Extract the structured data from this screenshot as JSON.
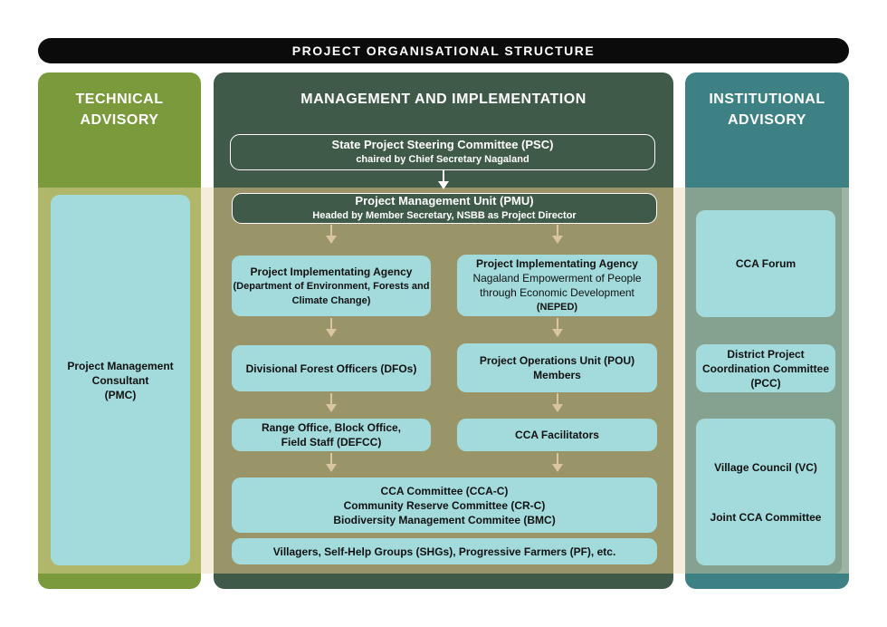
{
  "title": "PROJECT ORGANISATIONAL STRUCTURE",
  "columns": {
    "technical": {
      "heading_line1": "TECHNICAL",
      "heading_line2": "ADVISORY"
    },
    "management": {
      "heading": "MANAGEMENT AND IMPLEMENTATION"
    },
    "institutional": {
      "heading_line1": "INSTITUTIONAL",
      "heading_line2": "ADVISORY"
    }
  },
  "technical_box": {
    "line1": "Project Management",
    "line2": "Consultant",
    "line3": "(PMC)"
  },
  "psc": {
    "title": "State Project Steering Committee (PSC)",
    "subtitle": "chaired by Chief Secretary Nagaland"
  },
  "pmu": {
    "title": "Project Management Unit (PMU)",
    "subtitle": "Headed by Member Secretary, NSBB as Project Director"
  },
  "left_branch": {
    "agency": {
      "title": "Project Implementating Agency",
      "line2": "(Department of Environment, Forests and",
      "line3": "Climate Change)"
    },
    "dfo": {
      "label": "Divisional Forest Officers (DFOs)"
    },
    "range": {
      "line1": "Range Office, Block Office,",
      "line2": "Field Staff (DEFCC)"
    }
  },
  "right_branch": {
    "agency": {
      "title": "Project Implementating Agency",
      "line2": "Nagaland Empowerment of People",
      "line3": "through Economic Development",
      "line4": "(NEPED)"
    },
    "pou": {
      "line1": "Project Operations Unit (POU)",
      "line2": "Members"
    },
    "facilitators": {
      "label": "CCA Facilitators"
    }
  },
  "committees": {
    "line1": "CCA Committee (CCA-C)",
    "line2": "Community Reserve Committee (CR-C)",
    "line3": "Biodiversity Management Commitee (BMC)"
  },
  "villagers": {
    "label": "Villagers, Self-Help Groups (SHGs), Progressive Farmers (PF), etc."
  },
  "institutional_boxes": {
    "forum": {
      "label": "CCA Forum"
    },
    "dpcc": {
      "line1": "District Project",
      "line2": "Coordination Committee",
      "line3": "(PCC)"
    },
    "village": {
      "line1": "Village Council (VC)",
      "line2": "Joint CCA Committee"
    }
  },
  "colors": {
    "title_bar": "#0b0b0b",
    "technical": "#7a9a3c",
    "management": "#3f5a48",
    "institutional": "#3d8185",
    "box_fill": "#a3dbdc",
    "arrow": "#d9c5a2"
  },
  "icons": {
    "arrow": "arrow-down-icon"
  }
}
